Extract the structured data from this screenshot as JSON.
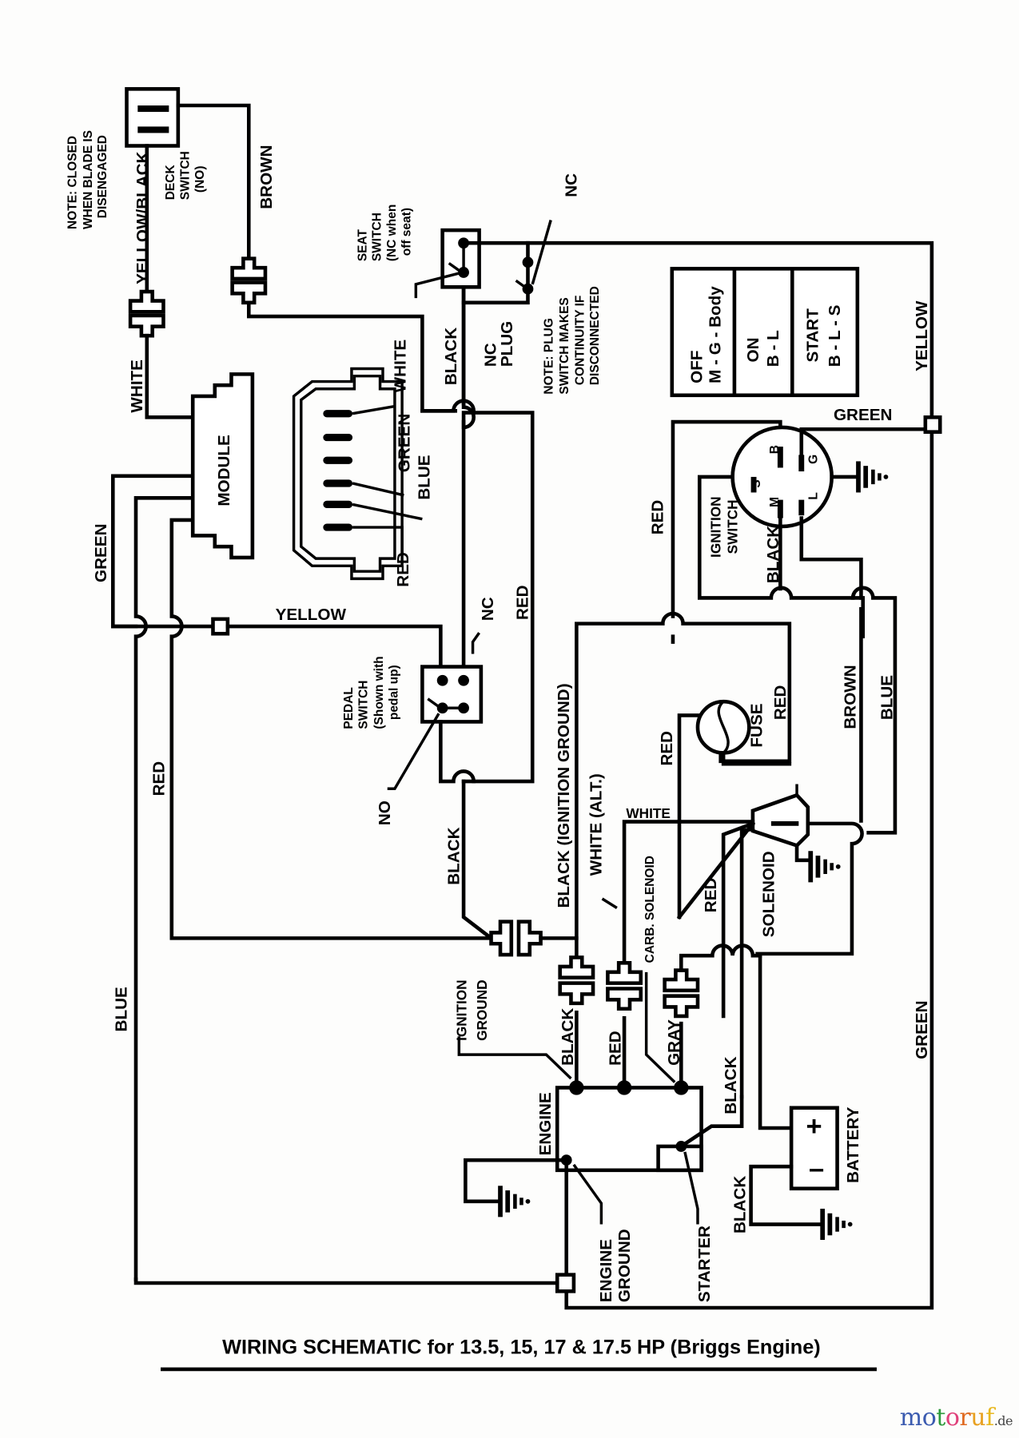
{
  "title": "WIRING SCHEMATIC for 13.5, 15, 17 & 17.5 HP (Briggs Engine)",
  "watermark": {
    "letters": [
      {
        "ch": "m",
        "color": "#3b5bb0"
      },
      {
        "ch": "o",
        "color": "#3b5bb0"
      },
      {
        "ch": "t",
        "color": "#2e9a3c"
      },
      {
        "ch": "o",
        "color": "#e0407a"
      },
      {
        "ch": "r",
        "color": "#e06a20"
      },
      {
        "ch": "u",
        "color": "#e8a020"
      },
      {
        "ch": "f",
        "color": "#e8b820"
      }
    ],
    "tld": ".de"
  },
  "notes": {
    "deck_note_1": "NOTE: CLOSED",
    "deck_note_2": "WHEN BLADE IS",
    "deck_note_3": "DISENGAGED",
    "plug_note_1": "NOTE:  PLUG",
    "plug_note_2": "SWITCH MAKES",
    "plug_note_3": "CONTINUITY IF",
    "plug_note_4": "DISCONNECTED"
  },
  "components": {
    "deck_switch": [
      "DECK",
      "SWITCH",
      "(NO)"
    ],
    "seat_switch": [
      "SEAT",
      "SWITCH",
      "(NC when",
      "off seat)"
    ],
    "nc_plug": [
      "NC",
      "PLUG"
    ],
    "module": "MODULE",
    "pedal_switch": [
      "PEDAL",
      "SWITCH",
      "(Shown with",
      "pedal up)"
    ],
    "ignition_switch": [
      "IGNITION",
      "SWITCH"
    ],
    "ignition_terminals": {
      "b": "B",
      "g": "G",
      "s": "S",
      "m": "M",
      "l": "L"
    },
    "fuse": "FUSE",
    "solenoid": "SOLENOID",
    "carb_solenoid": "CARB. SOLENOID",
    "ignition_ground": [
      "IGNITION",
      "GROUND"
    ],
    "engine": "ENGINE",
    "engine_ground": [
      "ENGINE",
      "GROUND"
    ],
    "starter": "STARTER",
    "battery": "BATTERY",
    "battery_plus": "+",
    "battery_minus": "–",
    "nc": "NC",
    "no": "NO"
  },
  "key_table": [
    {
      "pos": "OFF",
      "contacts": "M - G - Body"
    },
    {
      "pos": "ON",
      "contacts": "B - L"
    },
    {
      "pos": "START",
      "contacts": "B - L - S"
    }
  ],
  "wires": {
    "yellow_black": "YELLOW/BLACK",
    "brown_top": "BROWN",
    "white_module": "WHITE",
    "black_seat": "BLACK",
    "white_conn": "WHITE",
    "green_conn": "GREEN",
    "blue_conn": "BLUE",
    "red_conn": "RED",
    "green_left": "GREEN",
    "yellow_mid": "YELLOW",
    "red_left": "RED",
    "red_mid": "RED",
    "blue_left": "BLUE",
    "black_pedal": "BLACK",
    "black_ign_ground": "BLACK (IGNITION GROUND)",
    "white_alt": "WHITE (ALT.)",
    "white_sol": "WHITE",
    "red_ign_top": "RED",
    "black_ign": "BLACK",
    "green_ign": "GREEN",
    "yellow_right": "YELLOW",
    "red_fuse_left": "RED",
    "red_fuse_right": "RED",
    "brown_right": "BROWN",
    "blue_right": "BLUE",
    "red_sol": "RED",
    "black_eng1": "BLACK",
    "red_eng": "RED",
    "gray_eng": "GRAY",
    "black_starter": "BLACK",
    "black_battery": "BLACK",
    "green_right": "GREEN"
  }
}
